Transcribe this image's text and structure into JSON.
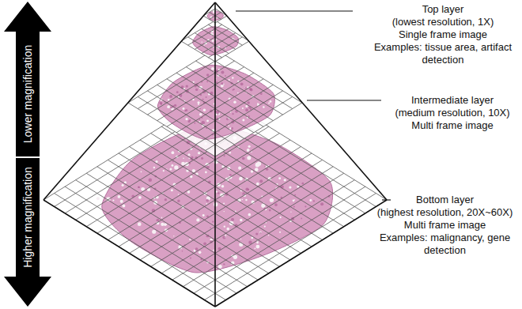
{
  "diagram": {
    "nodes": [
      {
        "text": [
          "Lower magnification"
        ]
      },
      {
        "text": [
          "Higher magnification"
        ]
      }
    ],
    "labels": [
      "Top layer",
      "(lowest resolution, 1X)",
      "Single frame image",
      "Examples: tissue area, artifact detection",
      "Intermediate layer",
      "(medium resolution, 10X)",
      "Multi frame image",
      "Bottom layer",
      "(highest resolution, 20X~60X)",
      "Multi frame image",
      "Examples: malignancy, gene detection"
    ]
  }
}
